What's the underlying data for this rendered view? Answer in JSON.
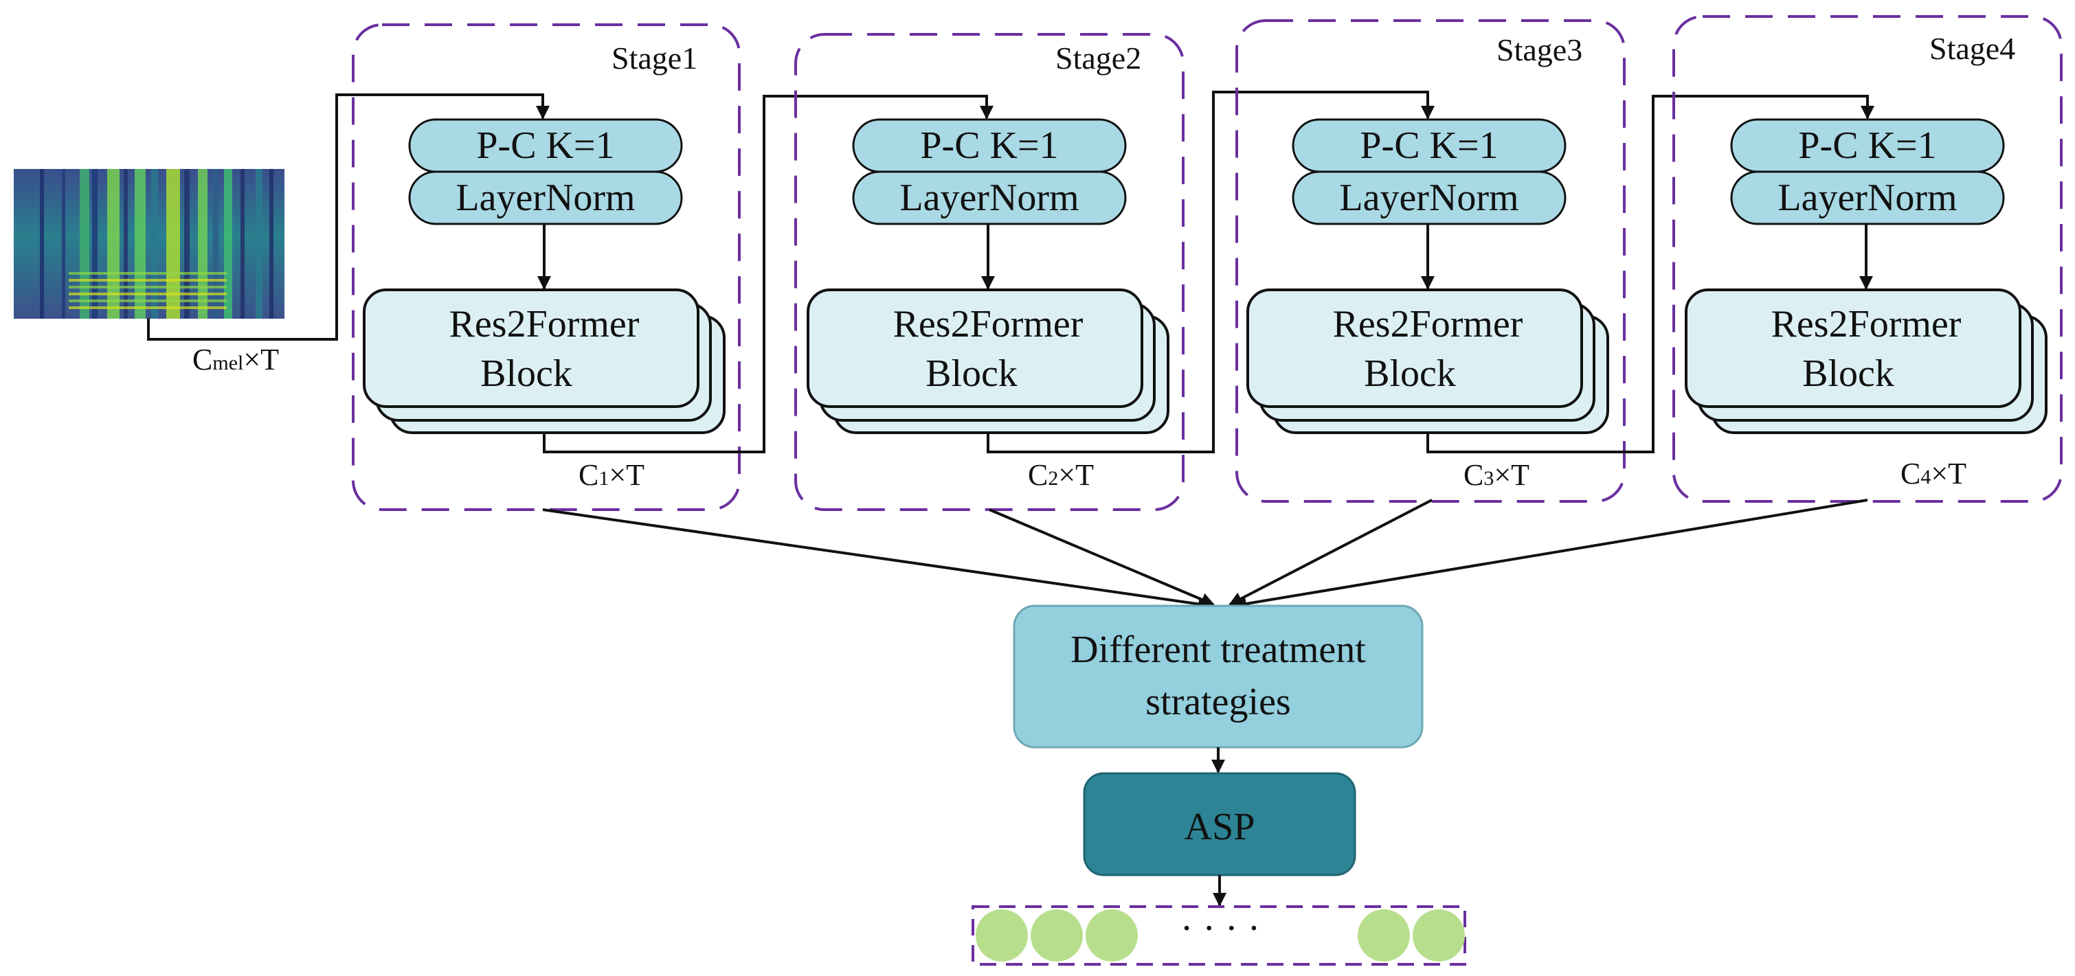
{
  "colors": {
    "stage_border": "#6a2f9e",
    "light_box": "#a9d9e4",
    "block_fill": "#dcf0f4",
    "treatment_fill": "#93cfdd",
    "asp_fill": "#2d8495",
    "embedding_dot": "#b7de8c",
    "line": "#111111"
  },
  "input": {
    "image": "mel-spectrogram",
    "dim_main": "C",
    "dim_sub": "mel",
    "dim_tail": "×T"
  },
  "stages": [
    {
      "title": "Stage1",
      "pc": "P-C K=1",
      "norm": "LayerNorm",
      "block_l1": "Res2Former",
      "block_l2": "Block",
      "dim_main": "C",
      "dim_sub": "1",
      "dim_tail": "×T"
    },
    {
      "title": "Stage2",
      "pc": "P-C K=1",
      "norm": "LayerNorm",
      "block_l1": "Res2Former",
      "block_l2": "Block",
      "dim_main": "C",
      "dim_sub": "2",
      "dim_tail": "×T"
    },
    {
      "title": "Stage3",
      "pc": "P-C K=1",
      "norm": "LayerNorm",
      "block_l1": "Res2Former",
      "block_l2": "Block",
      "dim_main": "C",
      "dim_sub": "3",
      "dim_tail": "×T"
    },
    {
      "title": "Stage4",
      "pc": "P-C K=1",
      "norm": "LayerNorm",
      "block_l1": "Res2Former",
      "block_l2": "Block",
      "dim_main": "C",
      "dim_sub": "4",
      "dim_tail": "×T"
    }
  ],
  "treatment": {
    "line1": "Different treatment",
    "line2": "strategies"
  },
  "asp": {
    "label": "ASP"
  },
  "embedding": {
    "ellipsis": "· · · ·",
    "dot_count_left": 3,
    "dot_count_right": 2
  }
}
